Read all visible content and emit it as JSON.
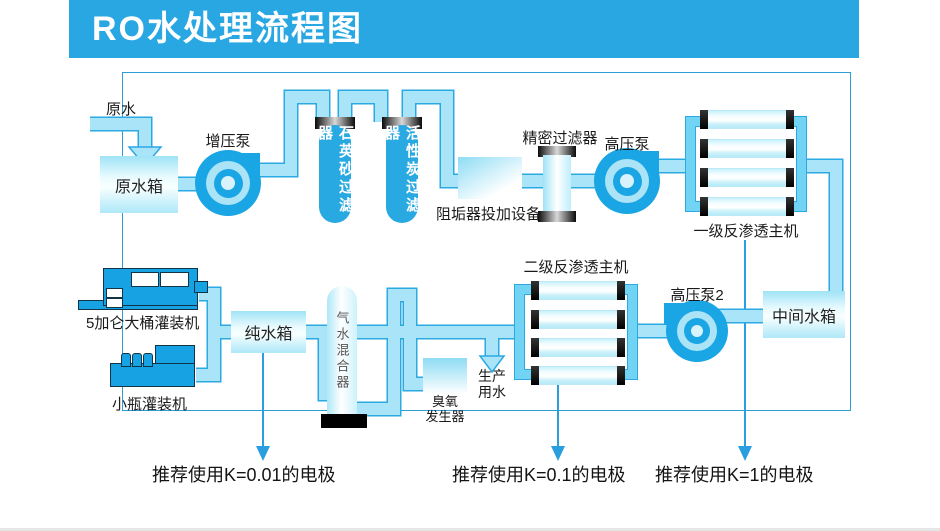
{
  "header": {
    "title": "RO水处理流程图"
  },
  "labels": {
    "raw_water": "原水",
    "raw_water_tank": "原水箱",
    "booster_pump": "增压泵",
    "quartz_filter": "石英砂过滤器",
    "carbon_filter": "活性炭过滤器",
    "antiscalant_doser": "阻垢器投加设备",
    "precision_filter": "精密过滤器",
    "high_pressure_pump": "高压泵",
    "ro_stage1": "一级反渗透主机",
    "intermediate_tank": "中间水箱",
    "high_pressure_pump2": "高压泵2",
    "ro_stage2": "二级反渗透主机",
    "production_water_line1": "生产",
    "production_water_line2": "用水",
    "ozone_line1": "臭氧",
    "ozone_line2": "发生器",
    "gas_water_mixer": "气水混合器",
    "pure_water_tank": "纯水箱",
    "filler_5_gallon": "5加仑大桶灌装机",
    "filler_small_bottle": "小瓶灌装机"
  },
  "annotations": [
    {
      "text": "推荐使用K=0.01的电极"
    },
    {
      "text": "推荐使用K=0.1的电极"
    },
    {
      "text": "推荐使用K=1的电极"
    }
  ],
  "colors": {
    "banner_blue": "#29a7e2",
    "pipe_fill": "#a9e4f8",
    "pipe_outline": "#2aa9e2",
    "equipment_blue": "#1aa5e4",
    "machine_blue": "#17a3e3",
    "thin_line_blue": "#2a9fe0"
  },
  "icons": {
    "flow_arrow": "down-arrow",
    "pump_symbol": "centrifugal-pump"
  }
}
